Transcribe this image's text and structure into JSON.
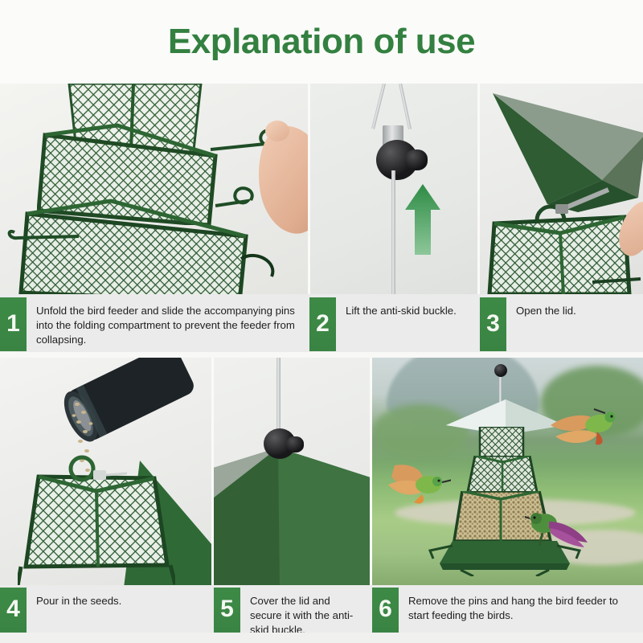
{
  "header": {
    "title": "Explanation of use",
    "title_color": "#338040"
  },
  "theme": {
    "badge_green": "#3f8c48",
    "caption_bg": "#eaebea",
    "page_bg": "#fafaf8",
    "text_color": "#1e1e1e"
  },
  "steps": [
    {
      "number": "1",
      "text": "Unfold the bird feeder and slide the accompanying pins into the folding compartment to prevent the feeder from collapsing.",
      "image_alt": "green-mesh-feeder-with-hand-inserting-pin"
    },
    {
      "number": "2",
      "text": "Lift the anti-skid buckle.",
      "image_alt": "black-anti-skid-buckle-on-cable-with-up-arrow"
    },
    {
      "number": "3",
      "text": "Open the lid.",
      "image_alt": "green-pyramid-lid-being-lifted-off-cage"
    },
    {
      "number": "4",
      "text": "Pour in the seeds.",
      "image_alt": "pouring-seeds-from-jar-into-open-cage"
    },
    {
      "number": "5",
      "text": "Cover the lid and secure it with the anti-skid buckle.",
      "image_alt": "closed-green-lid-with-buckle-on-top"
    },
    {
      "number": "6",
      "text": "Remove the pins and hang the bird feeder to start feeding the birds.",
      "image_alt": "hanging-feeder-outdoors-with-hummingbirds"
    }
  ]
}
